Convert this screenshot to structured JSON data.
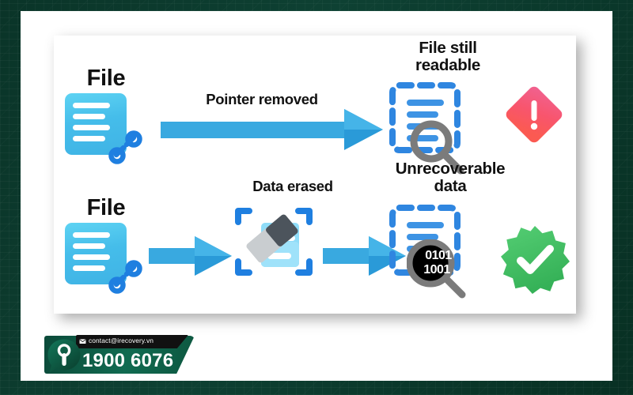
{
  "theme": {
    "background_green": "#0c3a2d",
    "panel_white": "#ffffff",
    "accent_blue": "#3fb3e5",
    "arrow_blue": "#39a9e0",
    "arrow_blue_dark": "#1e8fd0",
    "dashed_blue": "#2f86e0",
    "warning_pink": "#f8556d",
    "success_green": "#46c263",
    "magnifier_gray": "#7b7b7b",
    "banner_green": "#116b51",
    "banner_black": "#111111"
  },
  "diagram": {
    "title_alt": "File deletion vs secure erase comparison",
    "rows": [
      {
        "id": "row-deletion",
        "file_label": "File",
        "process_label": "Pointer removed",
        "result_label": "File still\nreadable",
        "status_icon": "warning-diamond-icon",
        "magnifier_content": ""
      },
      {
        "id": "row-secure-erase",
        "file_label": "File",
        "process_label": "Data erased",
        "result_label": "Unrecoverable\ndata",
        "status_icon": "check-badge-icon",
        "magnifier_content": "0101\n1001"
      }
    ],
    "binary_lines": [
      "0101",
      "1001"
    ]
  },
  "contact": {
    "email": "contact@irecovery.vn",
    "phone": "1900 6076",
    "mail_icon": "envelope-icon",
    "logo_icon": "irecovery-logo-icon"
  }
}
